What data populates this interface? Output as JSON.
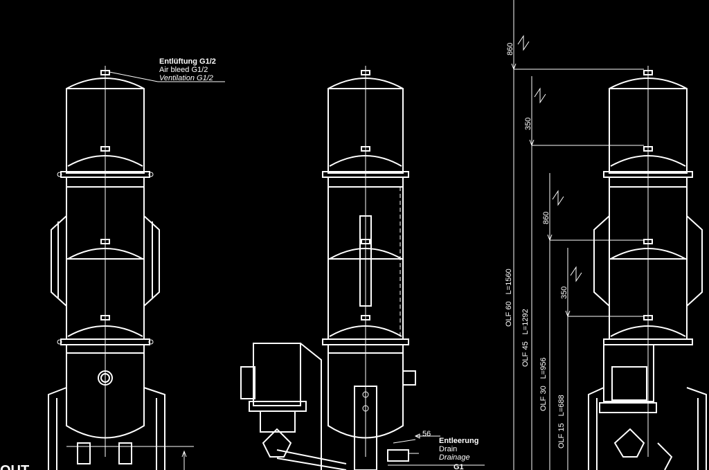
{
  "annotations": {
    "air_bleed": {
      "de": "Entlüftung G1/2",
      "en": "Air bleed G1/2",
      "fr": "Ventilation G1/2"
    },
    "drain": {
      "de": "Entleerung",
      "en": "Drain",
      "fr": "Drainage",
      "thread": "G1",
      "offset": "56"
    },
    "cut_label": "OUT"
  },
  "dimensions": {
    "spacing_a": "860",
    "spacing_b": "350",
    "spacing_c": "860",
    "spacing_d": "350"
  },
  "models": [
    {
      "name": "OLF 60",
      "length": "L=1560"
    },
    {
      "name": "OLF 45",
      "length": "L=1292"
    },
    {
      "name": "OLF 30",
      "length": "L=956"
    },
    {
      "name": "OLF 15",
      "length": "L=688"
    }
  ]
}
